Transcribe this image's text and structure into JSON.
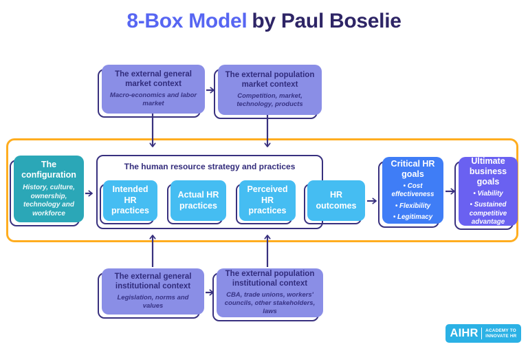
{
  "title": {
    "accent": "8-Box Model",
    "rest": "by Paul Boselie"
  },
  "colors": {
    "title_accent": "#5766F2",
    "title_dark": "#2E2566",
    "connector_navy": "#38307E",
    "frame_orange": "#FFAD1F",
    "context_box_lavender": "#8A8EE6",
    "configuration_teal": "#2BA7B7",
    "practice_cyan": "#45BDF2",
    "critical_goals_blue": "#3F7DF6",
    "ultimate_goals_purple": "#6A61F1",
    "logo_cyan": "#2BB1E5"
  },
  "top_row": {
    "general_market": {
      "title": "The external general market context",
      "subtitle": "Macro-economics and labor market"
    },
    "population_market": {
      "title": "The external population market context",
      "subtitle": "Competition, market, technology, products"
    }
  },
  "core": {
    "configuration": {
      "title": "The configuration",
      "subtitle": "History, culture, ownership, technology and workforce"
    },
    "container_title": "The human resource strategy and practices",
    "practices": [
      {
        "label": "Intended HR practices"
      },
      {
        "label": "Actual HR practices"
      },
      {
        "label": "Perceived HR practices"
      }
    ],
    "outcomes": {
      "label": "HR outcomes"
    },
    "critical_goals": {
      "title": "Critical HR goals",
      "items": [
        "Cost effectiveness",
        "Flexibility",
        "Legitimacy"
      ]
    },
    "ultimate_goals": {
      "title": "Ultimate business goals",
      "items": [
        "Viability",
        "Sustained competitive advantage"
      ]
    }
  },
  "bottom_row": {
    "general_institutional": {
      "title": "The external general institutional context",
      "subtitle": "Legislation, norms and values"
    },
    "population_institutional": {
      "title": "The external population institutional context",
      "subtitle": "CBA, trade unions, workers' councils, other stakeholders, laws"
    }
  },
  "logo": {
    "brand": "AIHR",
    "tagline_line1": "ACADEMY TO",
    "tagline_line2": "INNOVATE HR"
  }
}
